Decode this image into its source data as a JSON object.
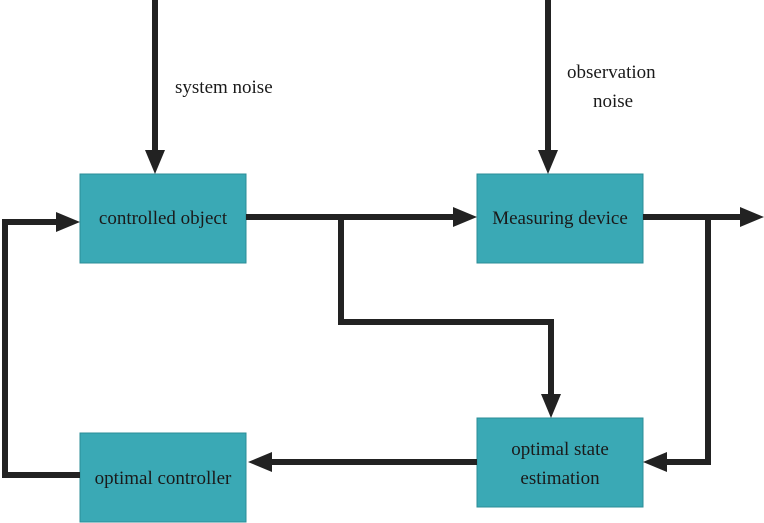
{
  "nodes": {
    "controlled_object": "controlled object",
    "measuring_device": "Measuring device",
    "state_estimation": [
      "optimal state",
      "estimation"
    ],
    "optimal_controller": "optimal controller"
  },
  "inputs": {
    "system_noise": "system noise",
    "observation_noise": [
      "observation",
      "noise"
    ]
  },
  "colors": {
    "box_fill": "#3aa9b5",
    "line": "#222222"
  }
}
